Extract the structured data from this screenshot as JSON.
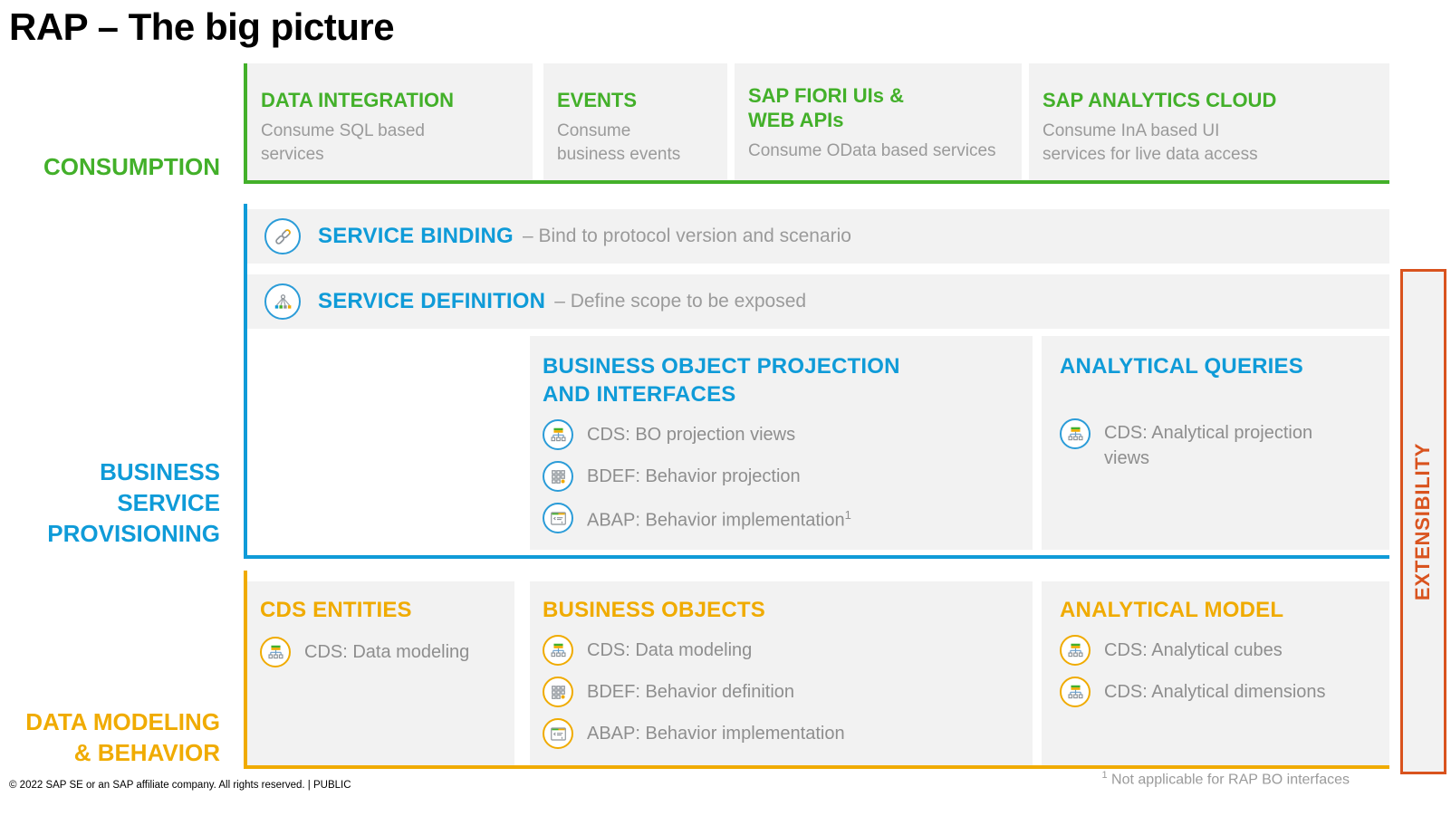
{
  "title": "RAP – The big picture",
  "colors": {
    "green": "#43b02a",
    "blue": "#0f9bd8",
    "orange": "#f0ab00",
    "extensibility_orange_red": "#d9531e",
    "box_background": "#f2f2f2",
    "muted_text": "#9a9a9a"
  },
  "consumption": {
    "label": "CONSUMPTION",
    "boxes": [
      {
        "title1": "DATA INTEGRATION",
        "title2": "",
        "desc1": "Consume SQL based",
        "desc2": "services"
      },
      {
        "title1": "EVENTS",
        "title2": "",
        "desc1": "Consume",
        "desc2": "business events"
      },
      {
        "title1": "SAP FIORI UIs &",
        "title2": "WEB APIs",
        "desc1": "Consume OData based services",
        "desc2": ""
      },
      {
        "title1": "SAP ANALYTICS CLOUD",
        "title2": "",
        "desc1": "Consume InA based UI",
        "desc2": "services for live data access"
      }
    ]
  },
  "provisioning": {
    "label1": "BUSINESS",
    "label2": "SERVICE",
    "label3": "PROVISIONING",
    "binding": {
      "icon": "link-icon",
      "title": "SERVICE BINDING",
      "desc": "– Bind to protocol version and scenario"
    },
    "definition": {
      "icon": "hierarchy-tree-icon",
      "title": "SERVICE DEFINITION",
      "desc": "– Define scope to be exposed"
    },
    "bo_projection": {
      "title1": "BUSINESS OBJECT PROJECTION",
      "title2": "AND INTERFACES",
      "items": [
        {
          "icon": "cds-view-icon",
          "text": "CDS: BO projection views",
          "sup": ""
        },
        {
          "icon": "behavior-definition-icon",
          "text": "BDEF: Behavior projection",
          "sup": ""
        },
        {
          "icon": "abap-source-icon",
          "text": "ABAP: Behavior implementation",
          "sup": "1"
        }
      ]
    },
    "analytical_queries": {
      "title": "ANALYTICAL QUERIES",
      "items": [
        {
          "icon": "cds-view-icon",
          "text": "CDS: Analytical projection views",
          "sup": ""
        }
      ]
    }
  },
  "modeling": {
    "label1": "DATA MODELING",
    "label2": "& BEHAVIOR",
    "cds_entities": {
      "title": "CDS ENTITIES",
      "items": [
        {
          "icon": "cds-view-icon",
          "text": "CDS: Data modeling",
          "sup": ""
        }
      ]
    },
    "business_objects": {
      "title": "BUSINESS OBJECTS",
      "items": [
        {
          "icon": "cds-view-icon",
          "text": "CDS: Data modeling",
          "sup": ""
        },
        {
          "icon": "behavior-definition-icon",
          "text": "BDEF: Behavior definition",
          "sup": ""
        },
        {
          "icon": "abap-source-icon",
          "text": "ABAP: Behavior implementation",
          "sup": ""
        }
      ]
    },
    "analytical_model": {
      "title": "ANALYTICAL MODEL",
      "items": [
        {
          "icon": "cds-analytical-icon",
          "text": "CDS: Analytical cubes",
          "sup": ""
        },
        {
          "icon": "cds-analytical-icon",
          "text": "CDS: Analytical dimensions",
          "sup": ""
        }
      ]
    }
  },
  "extensibility": {
    "label": "EXTENSIBILITY"
  },
  "footer": {
    "copyright": "© 2022 SAP SE or an SAP affiliate company. All rights reserved. | PUBLIC"
  },
  "footnote": {
    "marker": "1",
    "text": " Not applicable for RAP BO interfaces"
  }
}
